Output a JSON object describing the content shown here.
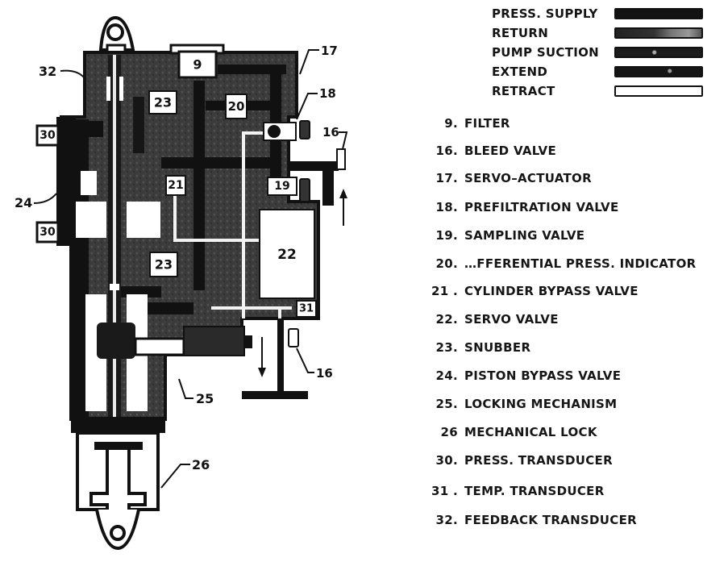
{
  "legend": {
    "items": [
      {
        "label": "PRESS. SUPPLY",
        "swatch": "solid-dark",
        "color": "#121212"
      },
      {
        "label": "RETURN",
        "swatch": "mottled-dark",
        "color": "#3a3a3a"
      },
      {
        "label": "PUMP SUCTION",
        "swatch": "dotted-dark",
        "color": "#1c1c1c"
      },
      {
        "label": "EXTEND",
        "swatch": "speckled-dark",
        "color": "#161616"
      },
      {
        "label": "RETRACT",
        "swatch": "outline-white",
        "color": "#ffffff"
      }
    ]
  },
  "parts": [
    {
      "num": "9.",
      "name": "FILTER"
    },
    {
      "num": "16.",
      "name": "BLEED VALVE"
    },
    {
      "num": "17.",
      "name": "SERVO–ACTUATOR"
    },
    {
      "num": "18.",
      "name": "PREFILTRATION VALVE"
    },
    {
      "num": "19.",
      "name": "SAMPLING VALVE"
    },
    {
      "num": "20.",
      "name": "…FFERENTIAL PRESS. INDICATOR"
    },
    {
      "num": "21 .",
      "name": "CYLINDER BYPASS VALVE"
    },
    {
      "num": "22.",
      "name": "SERVO VALVE"
    },
    {
      "num": "23.",
      "name": "SNUBBER"
    },
    {
      "num": "24.",
      "name": "PISTON BYPASS VALVE"
    },
    {
      "num": "25.",
      "name": "LOCKING MECHANISM"
    },
    {
      "num": "26",
      "name": "MECHANICAL LOCK"
    },
    {
      "num": "30.",
      "name": "PRESS. TRANSDUCER"
    },
    {
      "num": "31 .",
      "name": "TEMP. TRANSDUCER"
    },
    {
      "num": "32.",
      "name": "FEEDBACK TRANSDUCER"
    }
  ],
  "diagram": {
    "box_labels": {
      "filter": "9",
      "snubber_top": "23",
      "indicator": "20",
      "bypass": "21",
      "snubber_mid": "23",
      "servo_valve": "22",
      "sampling": "19",
      "temp": "31",
      "press_upper": "30",
      "press_lower": "30"
    },
    "callouts": {
      "feedback": "32",
      "actuator": "17",
      "prefilter": "18",
      "bleed_top": "16",
      "piston_bypass": "24",
      "locking": "25",
      "bleed_bottom": "16",
      "mech_lock": "26"
    }
  },
  "colors": {
    "ink": "#111111",
    "mottled": "#3a3a3a",
    "paper": "#ffffff"
  }
}
